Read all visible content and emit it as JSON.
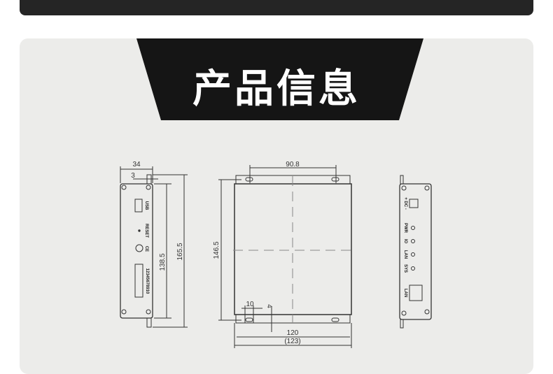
{
  "header": {
    "title": "产品信息"
  },
  "left_view": {
    "width": "34",
    "tab": "3",
    "inner_height": "138.5",
    "outer_height": "165.5",
    "labels": {
      "usb": "USB",
      "reset": "RESET",
      "ce": "CE",
      "serial": "12345678910"
    }
  },
  "top_view": {
    "hole_span": "90.8",
    "height": "146.5",
    "slot": "10",
    "edge": "4",
    "width": "120",
    "outer_width": "(123)"
  },
  "right_view": {
    "labels": {
      "dc": "+ DC -",
      "pwr": "PWR",
      "io": "IO",
      "lan1": "LAN",
      "sys": "SYS",
      "lan2": "LAN"
    }
  }
}
